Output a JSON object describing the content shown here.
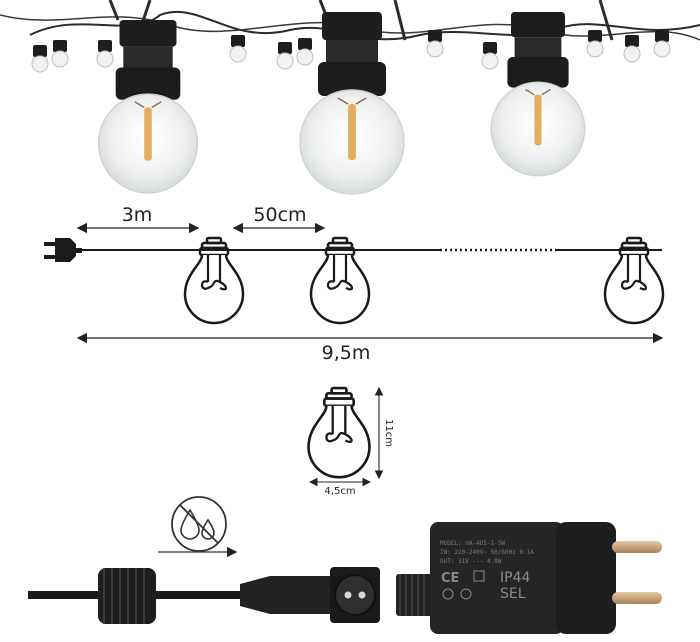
{
  "diagram": {
    "segment_plug_to_first": "3m",
    "segment_between_bulbs": "50cm",
    "total_length": "9,5m",
    "bulb_height": "11cm",
    "bulb_width": "4,5cm"
  },
  "adapter": {
    "ip_rating": "IP44",
    "model_text": "MODEL: HA-4U5-1-5W",
    "input_text": "IN: 220-240V~ 50/60Hz 0.1A",
    "output_text": "OUT: 31V --- 4.8W",
    "sel_mark": "SEL",
    "ce_mark": "CE"
  },
  "colors": {
    "line": "#1a1a1a",
    "plug_body": "#2b2b2b",
    "pin": "#c9a27a",
    "bulb_glass": "#eef0f0",
    "filament": "#e2a95a"
  },
  "icons": [
    "plug-icon",
    "bulb-icon",
    "water-drops-crossed-icon",
    "arrow-icon",
    "power-adapter-icon",
    "cable-connector-icon"
  ]
}
